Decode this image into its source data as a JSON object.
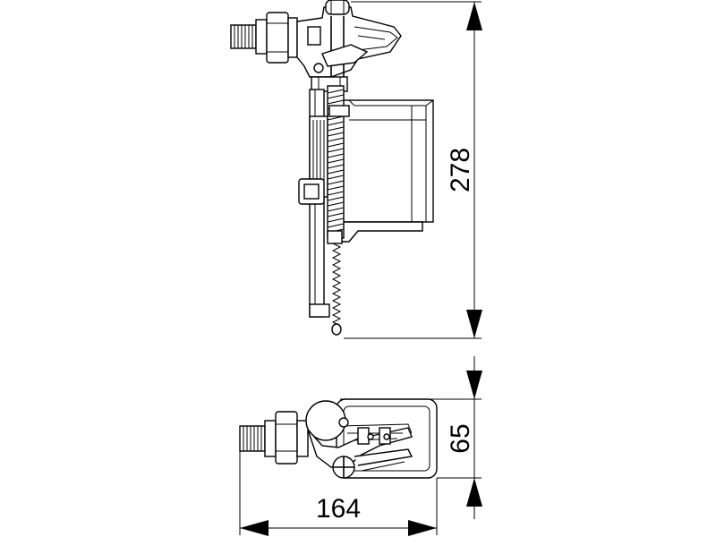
{
  "dimensions": {
    "height_label": "278",
    "depth_label": "65",
    "width_label": "164"
  }
}
